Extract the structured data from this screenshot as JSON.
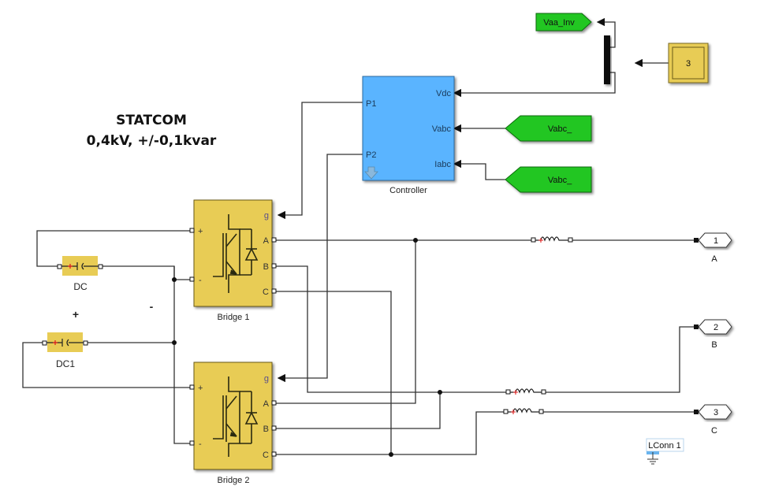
{
  "diagram": {
    "title_line1": "STATCOM",
    "title_line2": "0,4kV, +/-0,1kvar"
  },
  "blocks": {
    "controller": {
      "name": "Controller",
      "inputs_left": [
        "P1",
        "P2"
      ],
      "inputs_right": [
        "Vdc",
        "Vabc",
        "Iabc"
      ],
      "color": "#5ab4ff"
    },
    "bridge1": {
      "name": "Bridge 1",
      "left_ports": [
        "+",
        "-"
      ],
      "right_ports": [
        "g",
        "A",
        "B",
        "C"
      ]
    },
    "bridge2": {
      "name": "Bridge 2",
      "left_ports": [
        "+",
        "-"
      ],
      "right_ports": [
        "g",
        "A",
        "B",
        "C"
      ]
    },
    "dc": {
      "name": "DC"
    },
    "dc1": {
      "name": "DC1"
    },
    "constant": {
      "value": "3"
    },
    "goto_vaa": {
      "label": "Vaa_Inv"
    },
    "from_vabc1": {
      "label": "Vabc_"
    },
    "from_vabc2": {
      "label": "Vabc_"
    },
    "outports": [
      {
        "number": "1",
        "name": "A"
      },
      {
        "number": "2",
        "name": "B"
      },
      {
        "number": "3",
        "name": "C"
      }
    ],
    "lconn": {
      "label": "LConn 1"
    },
    "plus_sign": "+",
    "minus_sign": "-"
  },
  "colors": {
    "block_yellow": "#e8cc55",
    "goto_green": "#22c622",
    "controller_blue": "#5ab4ff"
  }
}
